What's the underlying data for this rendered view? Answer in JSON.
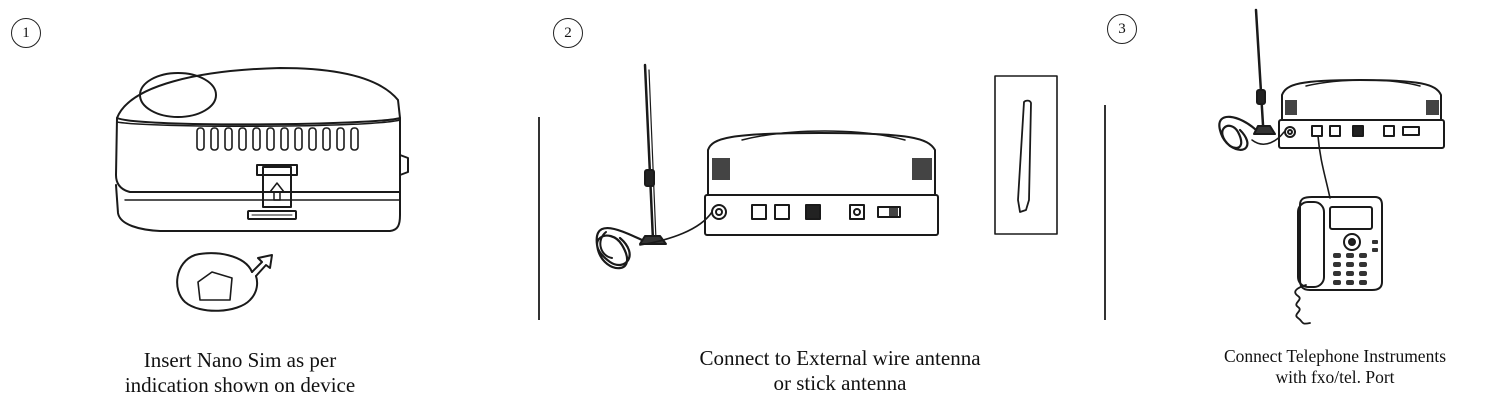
{
  "steps": [
    {
      "number": "1",
      "caption_line1": "Insert Nano Sim as per",
      "caption_line2": "indication shown on device"
    },
    {
      "number": "2",
      "caption_line1": "Connect to External wire antenna",
      "caption_line2": "or stick antenna"
    },
    {
      "number": "3",
      "caption_line1": "Connect Telephone Instruments",
      "caption_line2": "with fxo/tel. Port"
    }
  ]
}
